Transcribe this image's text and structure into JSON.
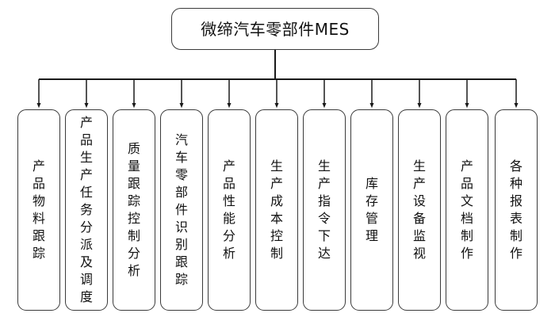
{
  "diagram": {
    "type": "hierarchy-tree",
    "orientation": "top-down",
    "title": "微缔汽车零部件MES",
    "root": {
      "label": "微缔汽车零部件MES",
      "shape": "rounded-rectangle",
      "text_orientation": "horizontal"
    },
    "children": [
      {
        "label": "产品物料跟踪"
      },
      {
        "label": "产品生产任务分派及调度"
      },
      {
        "label": "质量跟踪控制分析"
      },
      {
        "label": "汽车零部件识别跟踪"
      },
      {
        "label": "产品性能分析"
      },
      {
        "label": "生产成本控制"
      },
      {
        "label": "生产指令下达"
      },
      {
        "label": "库存管理"
      },
      {
        "label": "生产设备监视"
      },
      {
        "label": "产品文档制作"
      },
      {
        "label": "各种报表制作"
      }
    ],
    "child_count": 11,
    "connector": {
      "style": "orthogonal-bus",
      "arrowheads": true,
      "arrow_count": 11
    },
    "colors": {
      "background": "#ffffff",
      "node_fill": "#ffffff",
      "node_border": "#3a3a3a",
      "connector_line": "#1a1a1a",
      "text": "#111111"
    }
  }
}
